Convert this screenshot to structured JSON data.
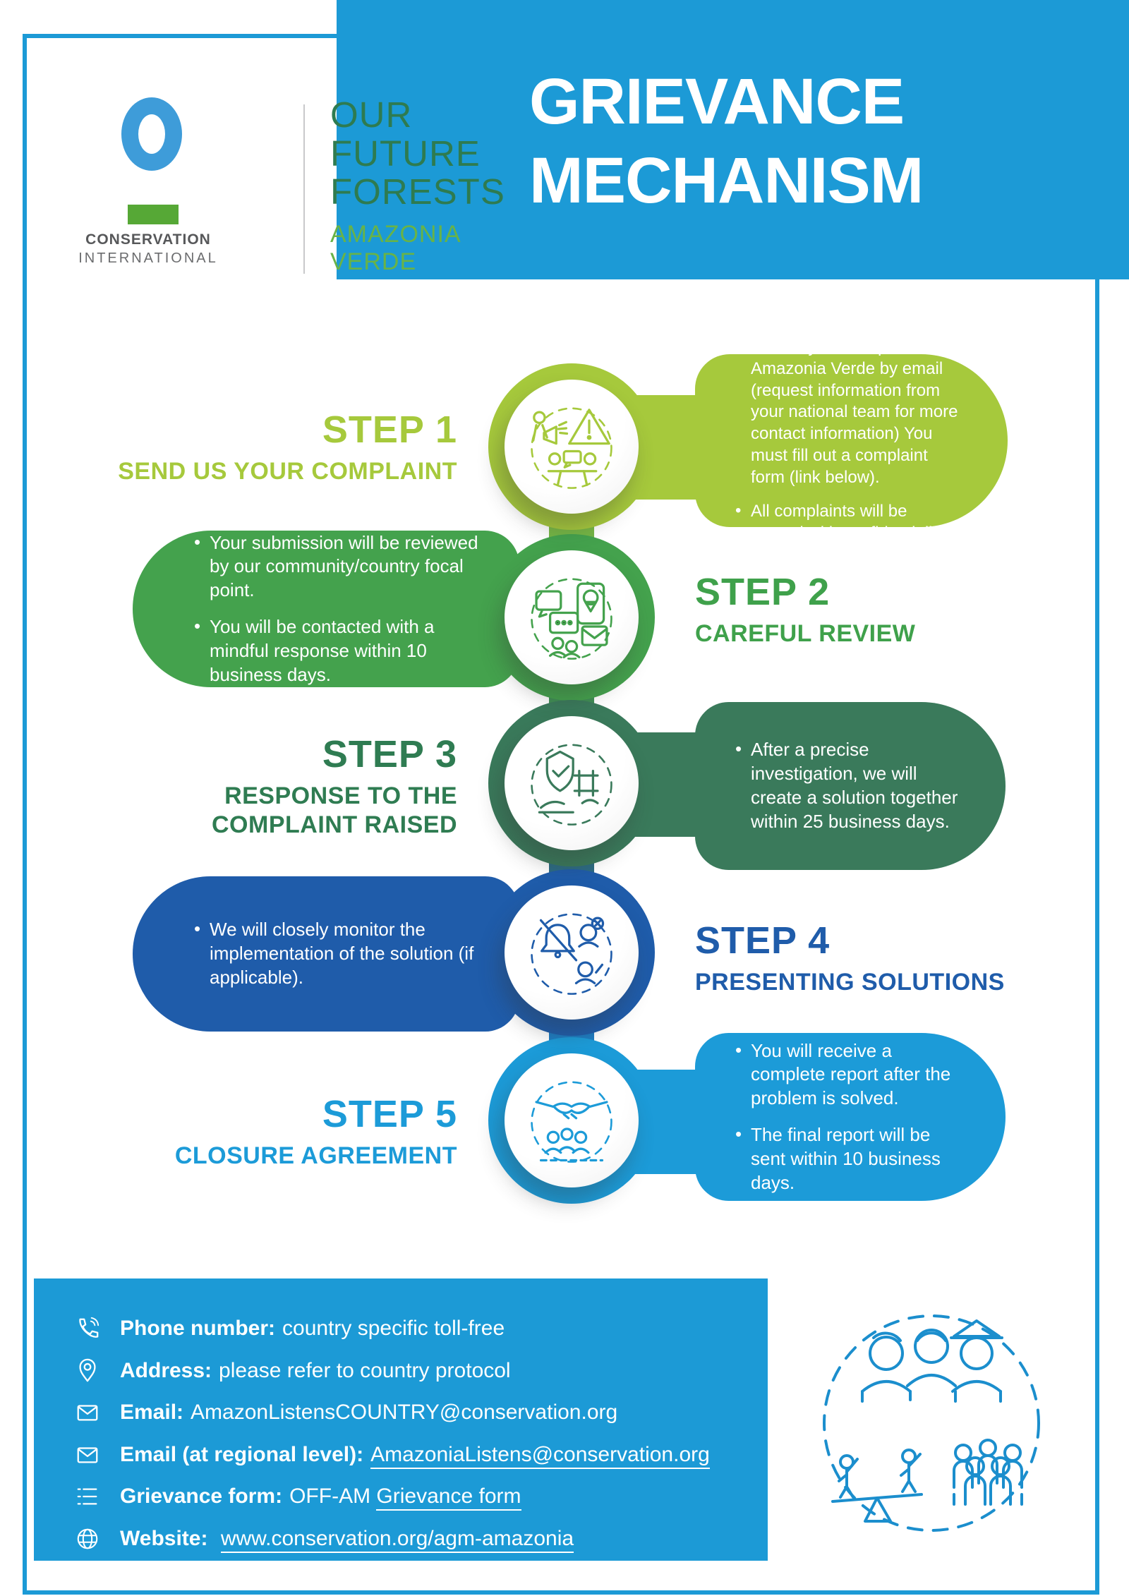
{
  "logo": {
    "org_line1": "CONSERVATION",
    "org_line2": "INTERNATIONAL",
    "brand_line1": "OUR",
    "brand_line2": "FUTURE",
    "brand_line3": "FORESTS",
    "brand_sub": "AMAZONIA VERDE"
  },
  "header": {
    "title_line1": "GRIEVANCE",
    "title_line2": "MECHANISM"
  },
  "colors": {
    "accent_blue": "#1c9ad6",
    "step1_lime": "#a6c93c",
    "step2_green": "#44a24d",
    "step3_dark_green": "#3a7a5b",
    "step4_dark_blue": "#1f5caa",
    "step5_light_blue": "#1c9bd8"
  },
  "steps": [
    {
      "label": "STEP 1",
      "subtitle": "SEND US YOUR COMPLAINT",
      "icon": "complaint-megaphone-icon",
      "bullets": [
        "Submit your complaint to Amazonia Verde by email (request information from your national team for more contact information) You must fill out a complaint form (link below).",
        "All complaints will be treated with confidentiality."
      ]
    },
    {
      "label": "STEP 2",
      "subtitle": "CAREFUL REVIEW",
      "icon": "review-chat-icon",
      "bullets": [
        "Your submission will be reviewed by our community/country focal point.",
        "You will be contacted with a mindful response within 10 business days."
      ]
    },
    {
      "label": "STEP 3",
      "subtitle": "RESPONSE TO THE COMPLAINT RAISED",
      "icon": "solution-shield-icon",
      "bullets": [
        "After a precise investigation, we will create a solution together within 25 business days."
      ]
    },
    {
      "label": "STEP 4",
      "subtitle": "PRESENTING SOLUTIONS",
      "icon": "monitoring-bell-icon",
      "bullets": [
        "We will closely monitor the implementation of the solution (if applicable)."
      ]
    },
    {
      "label": "STEP 5",
      "subtitle": "CLOSURE AGREEMENT",
      "icon": "closure-handshake-icon",
      "bullets": [
        "You will receive a complete report after the problem is solved.",
        "The final report will be sent within 10 business days."
      ]
    }
  ],
  "contact": {
    "items": [
      {
        "icon": "phone-icon",
        "label": "Phone number:",
        "text": "country specific toll-free"
      },
      {
        "icon": "location-pin-icon",
        "label": "Address:",
        "text": "please refer to country protocol"
      },
      {
        "icon": "envelope-icon",
        "label": "Email:",
        "text": "AmazonListensCOUNTRY@conservation.org"
      },
      {
        "icon": "envelope-icon",
        "label": "Email (at regional level):",
        "link": "AmazoniaListens@conservation.org"
      },
      {
        "icon": "form-list-icon",
        "label": "Grievance form:",
        "text": "OFF-AM",
        "link": "Grievance form"
      },
      {
        "icon": "globe-icon",
        "label": "Website:",
        "link": "www.conservation.org/agm-amazonia"
      }
    ]
  }
}
